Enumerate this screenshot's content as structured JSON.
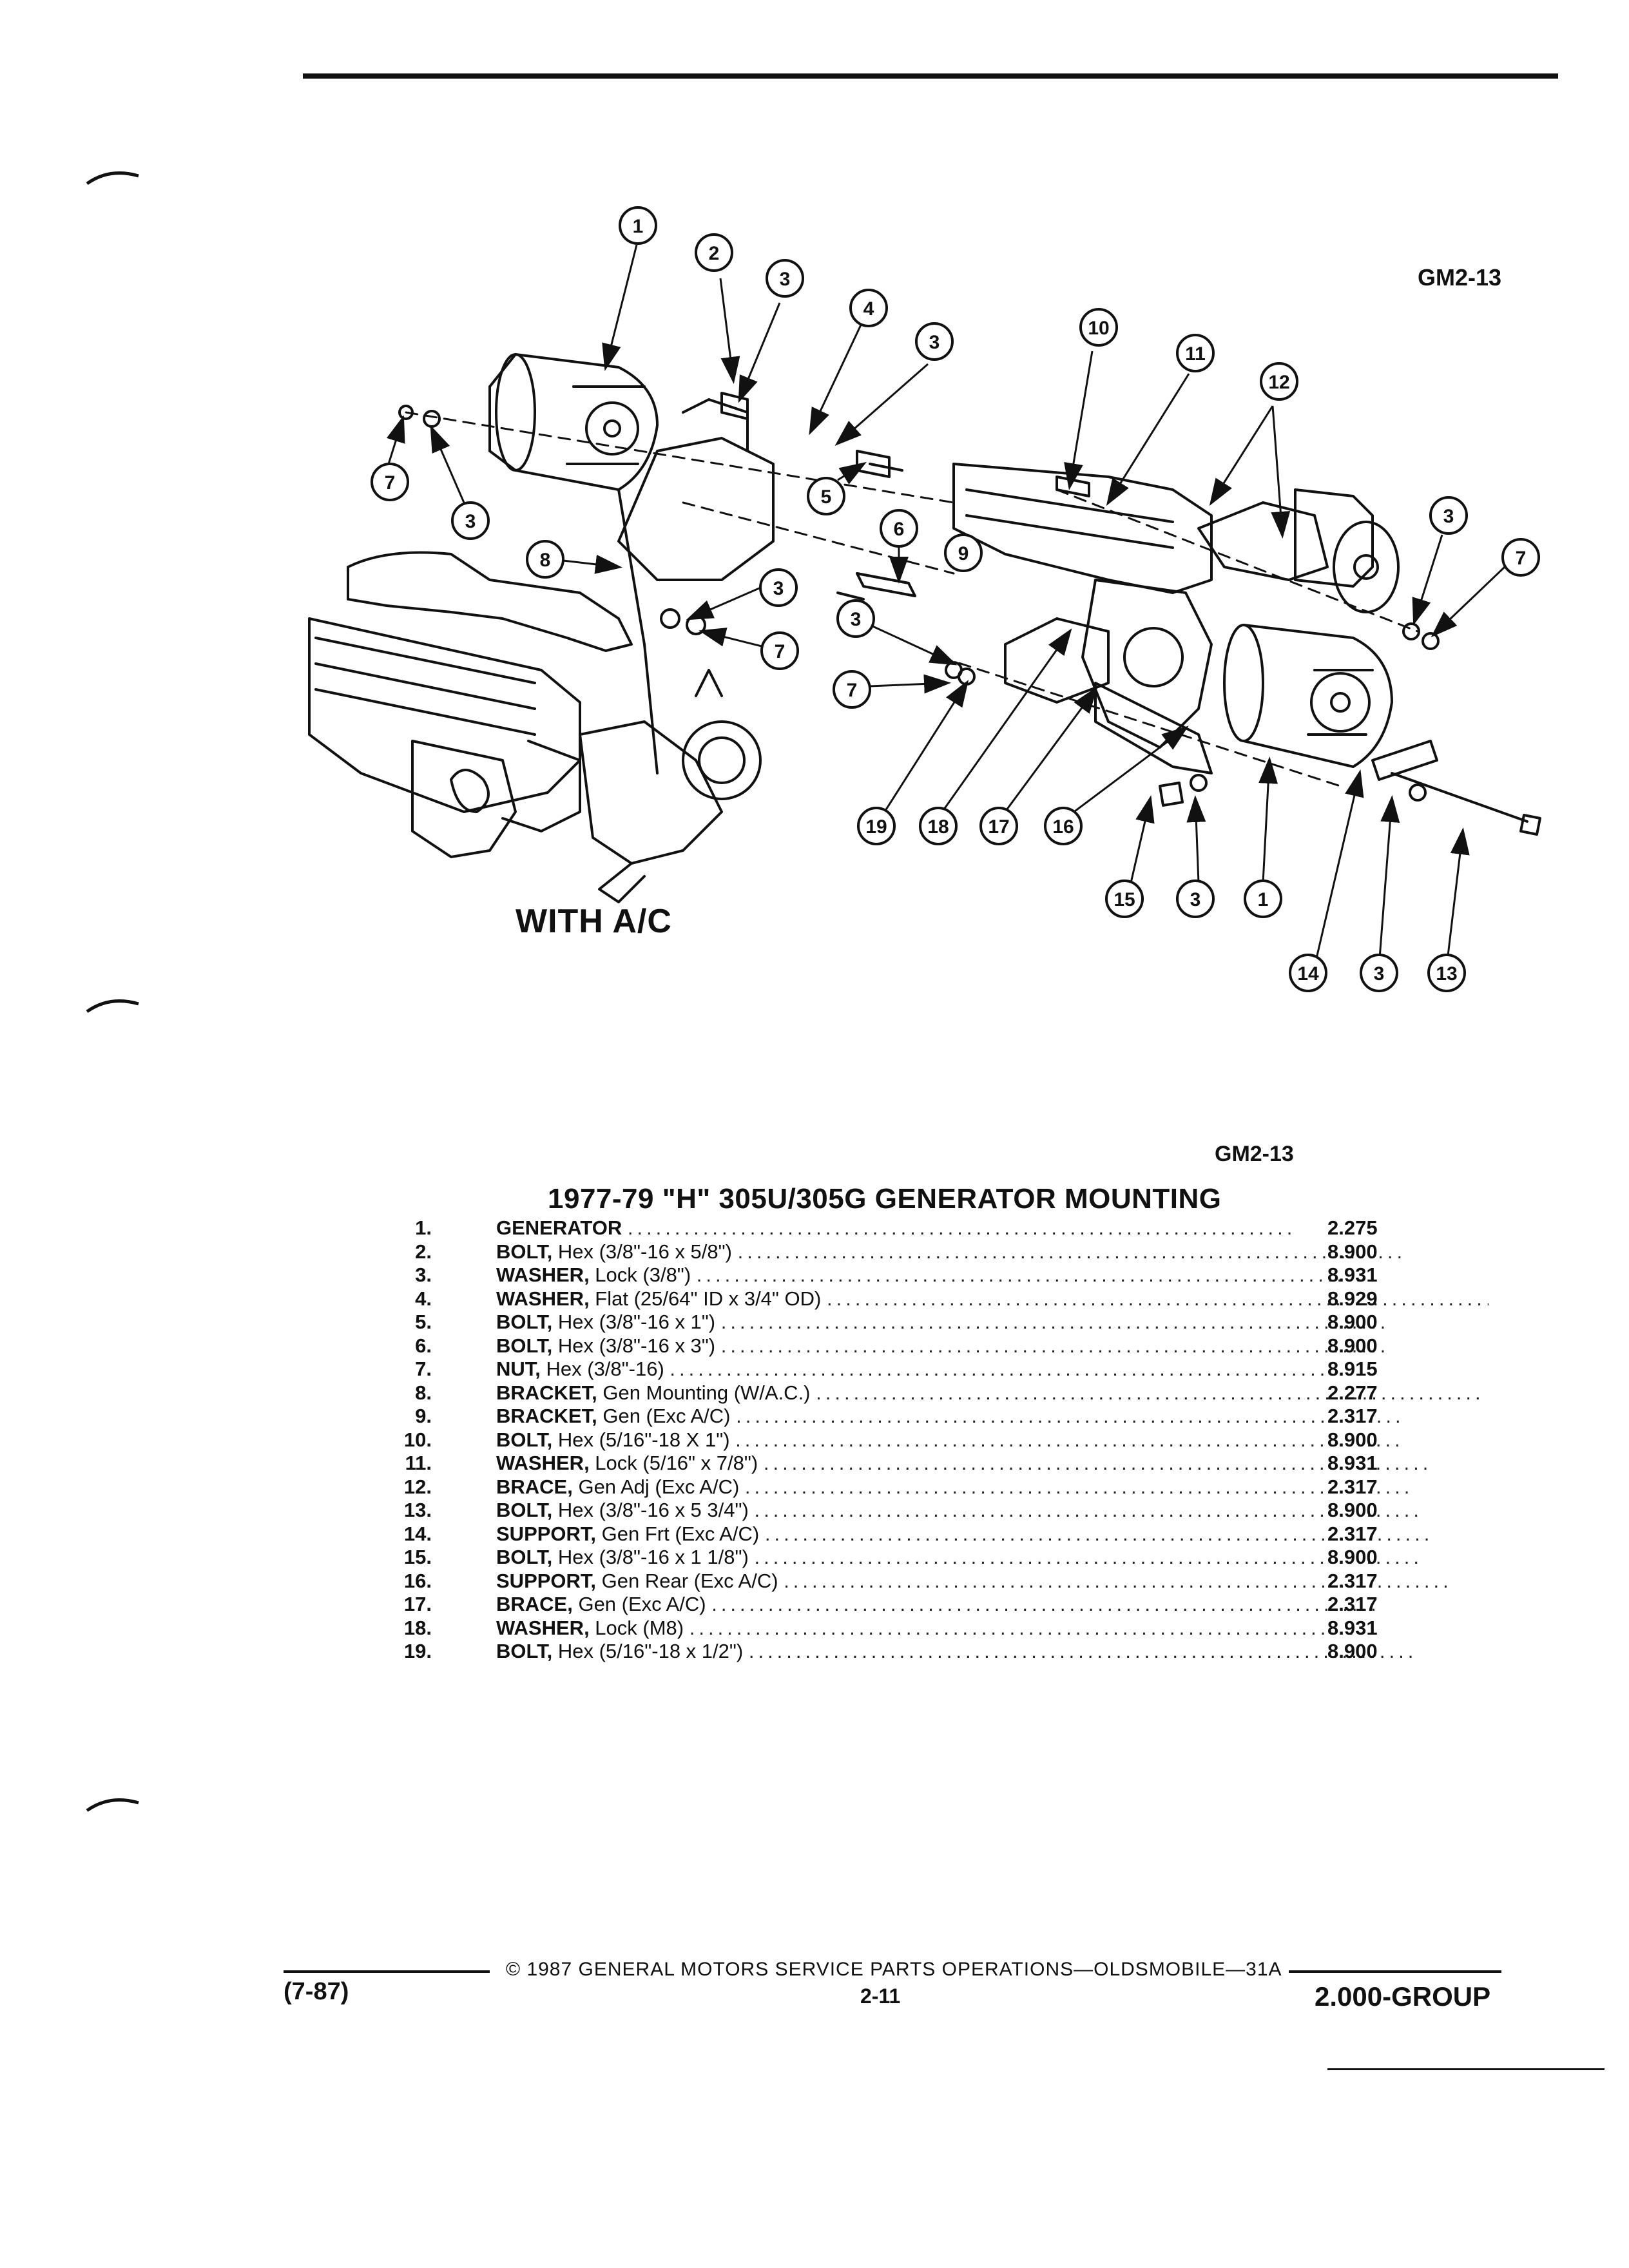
{
  "figure": {
    "code_top": "GM2-13",
    "caption": "WITH A/C",
    "callouts": [
      "1",
      "2",
      "3",
      "4",
      "3",
      "10",
      "11",
      "12",
      "7",
      "3",
      "5",
      "6",
      "8",
      "3",
      "9",
      "3",
      "7",
      "3",
      "7",
      "7",
      "19",
      "18",
      "17",
      "16",
      "15",
      "3",
      "1",
      "14",
      "3",
      "13"
    ]
  },
  "parts_list": {
    "code": "GM2-13",
    "title": "1977-79 \"H\" 305U/305G GENERATOR MOUNTING",
    "items": [
      {
        "num": "1.",
        "name": "GENERATOR",
        "spec": "",
        "group": "2.275"
      },
      {
        "num": "2.",
        "name": "BOLT,",
        "spec": " Hex (3/8\"-16 x 5/8\")",
        "group": "8.900"
      },
      {
        "num": "3.",
        "name": "WASHER,",
        "spec": " Lock (3/8\")",
        "group": "8.931"
      },
      {
        "num": "4.",
        "name": "WASHER,",
        "spec": " Flat (25/64\" ID x 3/4\" OD)",
        "group": "8.929"
      },
      {
        "num": "5.",
        "name": "BOLT,",
        "spec": " Hex (3/8\"-16 x 1\")",
        "group": "8.900"
      },
      {
        "num": "6.",
        "name": "BOLT,",
        "spec": " Hex (3/8\"-16 x 3\")",
        "group": "8.900"
      },
      {
        "num": "7.",
        "name": "NUT,",
        "spec": " Hex (3/8\"-16)",
        "group": "8.915"
      },
      {
        "num": "8.",
        "name": "BRACKET,",
        "spec": " Gen Mounting (W/A.C.)",
        "group": "2.277"
      },
      {
        "num": "9.",
        "name": "BRACKET,",
        "spec": " Gen (Exc A/C)",
        "group": "2.317"
      },
      {
        "num": "10.",
        "name": "BOLT,",
        "spec": " Hex (5/16\"-18 X 1\")",
        "group": "8.900"
      },
      {
        "num": "11.",
        "name": "WASHER,",
        "spec": " Lock (5/16\" x 7/8\")",
        "group": "8.931"
      },
      {
        "num": "12.",
        "name": "BRACE,",
        "spec": " Gen Adj (Exc A/C)",
        "group": "2.317"
      },
      {
        "num": "13.",
        "name": "BOLT,",
        "spec": " Hex (3/8\"-16 x 5 3/4\")",
        "group": "8.900"
      },
      {
        "num": "14.",
        "name": "SUPPORT,",
        "spec": " Gen Frt (Exc A/C)",
        "group": "2.317"
      },
      {
        "num": "15.",
        "name": "BOLT,",
        "spec": " Hex (3/8\"-16 x 1 1/8\")",
        "group": "8.900"
      },
      {
        "num": "16.",
        "name": "SUPPORT,",
        "spec": " Gen Rear (Exc A/C)",
        "group": "2.317"
      },
      {
        "num": "17.",
        "name": "BRACE,",
        "spec": " Gen (Exc A/C)",
        "group": "2.317"
      },
      {
        "num": "18.",
        "name": "WASHER,",
        "spec": " Lock (M8)",
        "group": "8.931"
      },
      {
        "num": "19.",
        "name": "BOLT,",
        "spec": " Hex (5/16\"-18 x 1/2\")",
        "group": "8.900"
      }
    ]
  },
  "footer": {
    "date": "(7-87)",
    "copyright": "© 1987 GENERAL MOTORS SERVICE PARTS OPERATIONS—OLDSMOBILE—31A",
    "page": "2-11",
    "group": "2.000-GROUP"
  }
}
